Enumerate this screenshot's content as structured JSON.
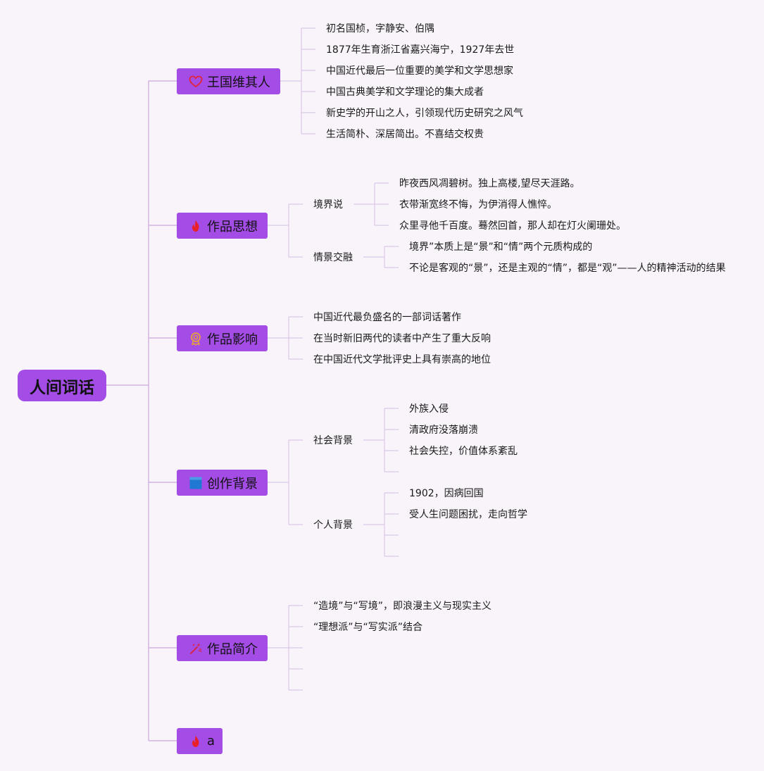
{
  "root": {
    "label": "人间词话"
  },
  "branches": [
    {
      "label": "王国维其人",
      "icon": "heart-icon",
      "items": [
        "初名国桢，字静安、伯隅",
        "1877年生育浙江省嘉兴海宁，1927年去世",
        "中国近代最后一位重要的美学和文学思想家",
        "中国古典美学和文学理论的集大成者",
        "新史学的开山之人，引领现代历史研究之风气",
        "生活简朴、深居简出。不喜结交权贵"
      ]
    },
    {
      "label": "作品思想",
      "icon": "fire-icon",
      "subs": [
        {
          "label": "境界说",
          "items": [
            "昨夜西风凋碧树。独上高楼,望尽天涯路。",
            "衣带渐宽终不悔，为伊消得人憔悴。",
            "众里寻他千百度。蓦然回首，那人却在灯火阑珊处。"
          ]
        },
        {
          "label": "情景交融",
          "items": [
            "境界”本质上是“景”和“情”两个元质构成的",
            "不论是客观的“景”，还是主观的“情”，都是“观”——人的精神活动的结果"
          ]
        }
      ]
    },
    {
      "label": "作品影响",
      "icon": "medal-icon",
      "items": [
        "中国近代最负盛名的一部词话著作",
        "在当时新旧两代的读者中产生了重大反响",
        "在中国近代文学批评史上具有崇高的地位"
      ]
    },
    {
      "label": "创作背景",
      "icon": "blue-square-icon",
      "subs": [
        {
          "label": "社会背景",
          "items": [
            "外族入侵",
            "清政府没落崩溃",
            "社会失控，价值体系紊乱",
            ""
          ]
        },
        {
          "label": "个人背景",
          "items": [
            "1902，因病回国",
            "受人生问题困扰，走向哲学",
            "",
            ""
          ]
        }
      ]
    },
    {
      "label": "作品简介",
      "icon": "sparkle-wand-icon",
      "items": [
        "“造境”与“写境”，即浪漫主义与现实主义",
        "“理想派”与“写实派”结合",
        "",
        "",
        ""
      ]
    },
    {
      "label": "a",
      "icon": "fire-icon",
      "items": []
    }
  ],
  "colors": {
    "background": "#f8f4fa",
    "node_fill": "#a34ce6",
    "line": "#c9a8dc",
    "line_light": "#dcc8e8",
    "fire": "#e8202a",
    "heart": "#e0263c",
    "medal": "#e8a23a",
    "square": "#1f78d1"
  }
}
